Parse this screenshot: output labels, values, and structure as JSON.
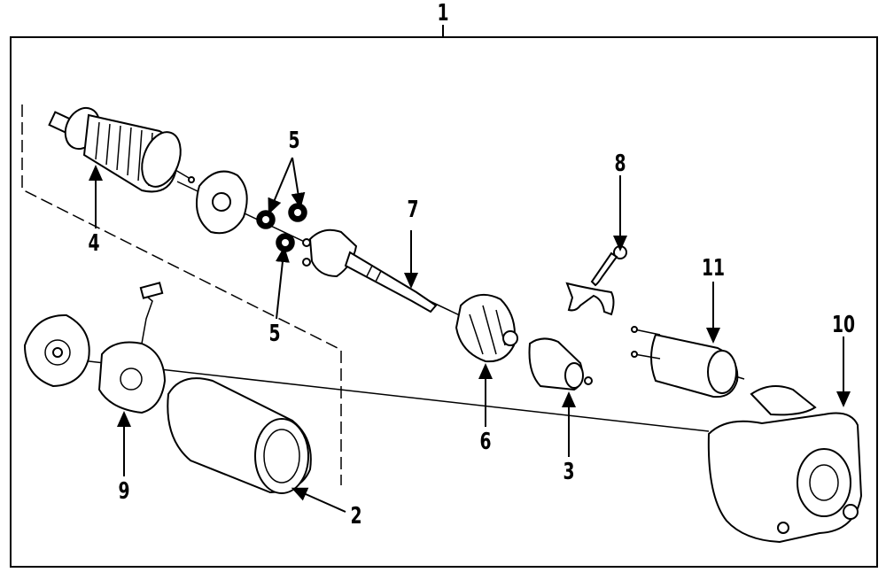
{
  "diagram": {
    "callouts": [
      {
        "id": "1",
        "label": "1"
      },
      {
        "id": "2",
        "label": "2"
      },
      {
        "id": "3",
        "label": "3"
      },
      {
        "id": "4",
        "label": "4"
      },
      {
        "id": "5a",
        "label": "5"
      },
      {
        "id": "5b",
        "label": "5"
      },
      {
        "id": "6",
        "label": "6"
      },
      {
        "id": "7",
        "label": "7"
      },
      {
        "id": "8",
        "label": "8"
      },
      {
        "id": "9",
        "label": "9"
      },
      {
        "id": "10",
        "label": "10"
      },
      {
        "id": "11",
        "label": "11"
      }
    ],
    "colors": {
      "ink": "#000000",
      "paper": "#ffffff"
    }
  }
}
